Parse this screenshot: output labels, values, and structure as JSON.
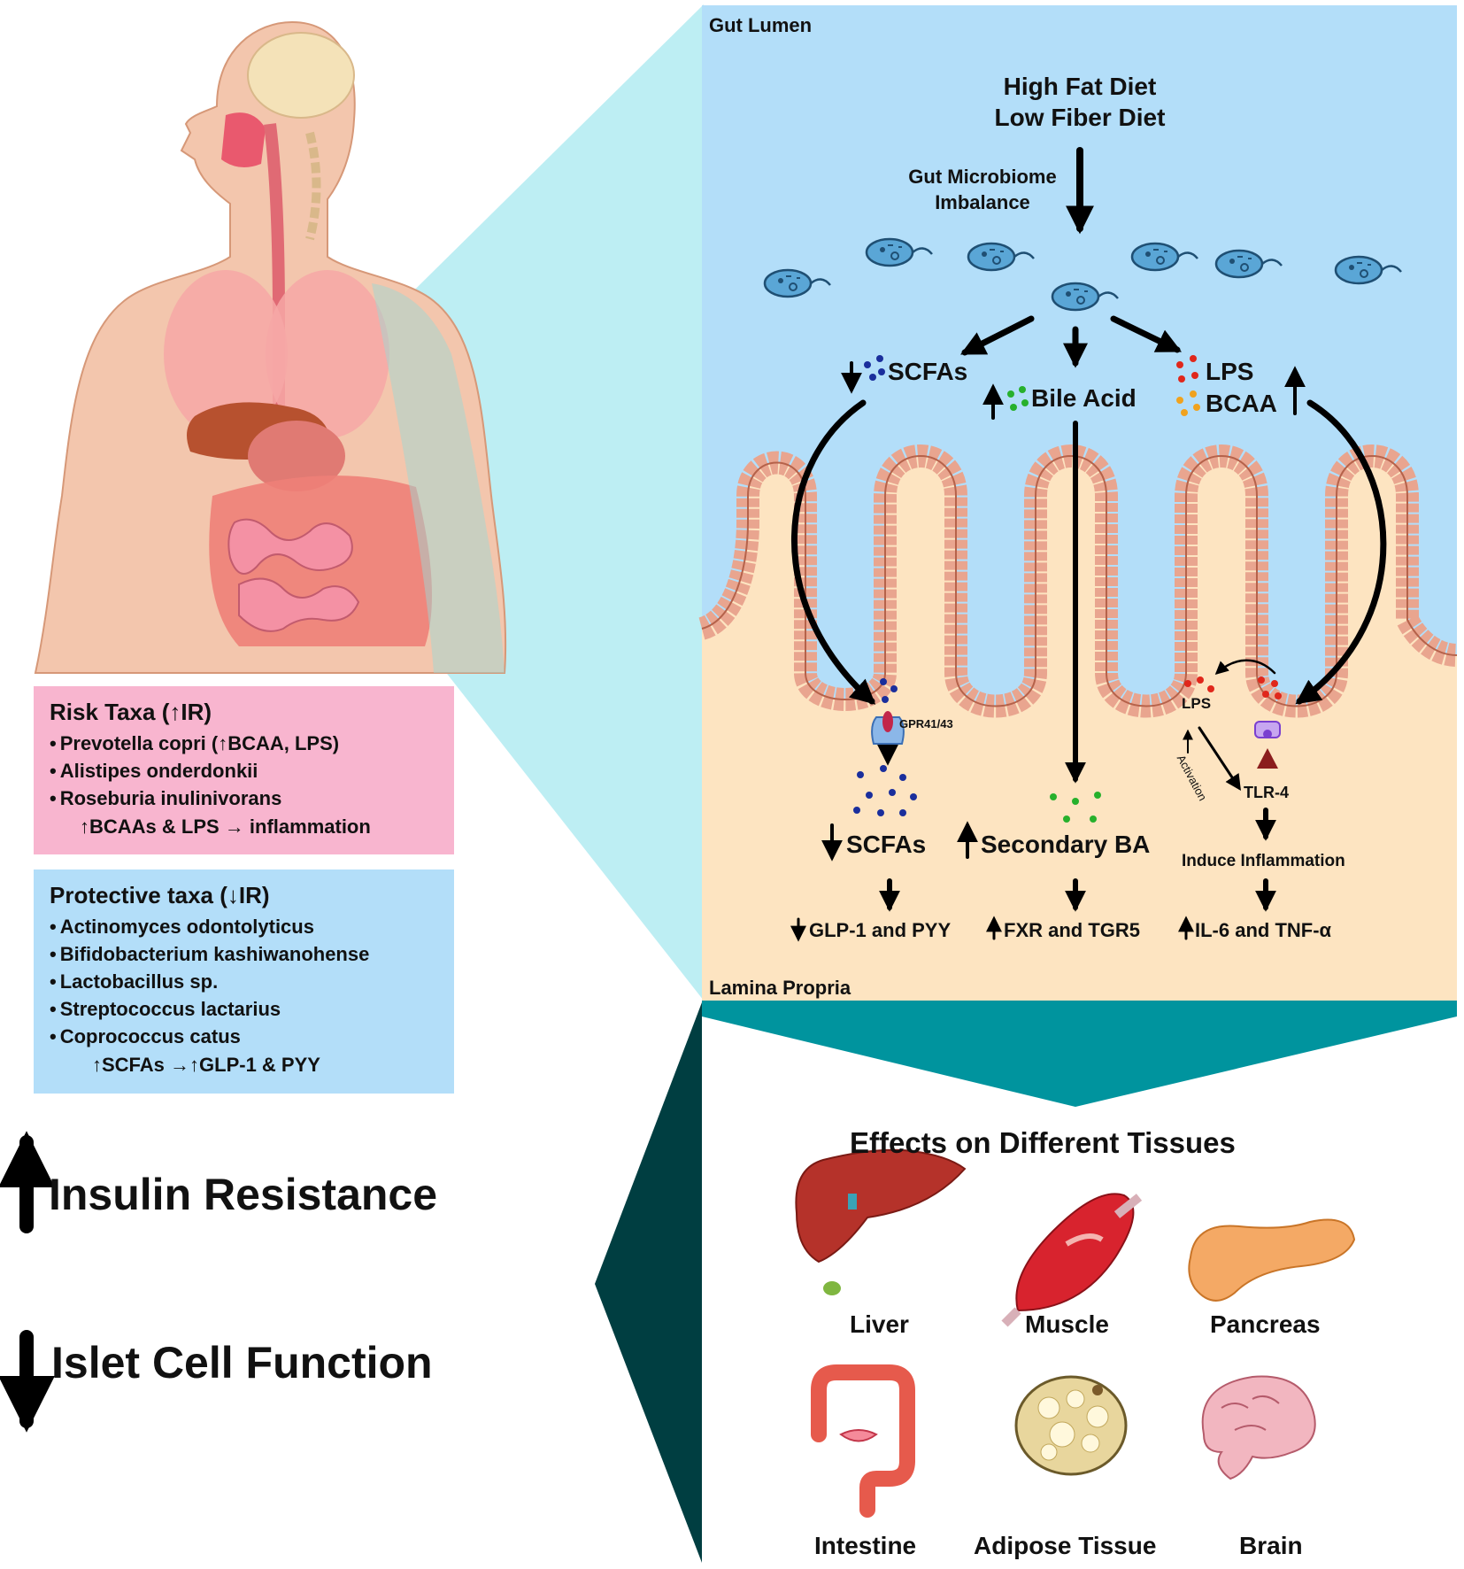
{
  "gut_lumen": "Gut Lumen",
  "diet_line1": "High Fat Diet",
  "diet_line2": "Low Fiber Diet",
  "imbalance_line1": "Gut Microbiome",
  "imbalance_line2": "Imbalance",
  "scfas_upper": "SCFAs",
  "bile_acid": "Bile Acid",
  "lps_upper": "LPS",
  "bcaa_upper": "BCAA",
  "receptor": "GPR41/43",
  "lps_small": "LPS",
  "activation": "Activation",
  "tlr4": "TLR-4",
  "scfas_lower": "SCFAs",
  "secondary_ba": "Secondary BA",
  "induce_inflammation": "Induce Inflammation",
  "glp1_pyy": "GLP-1 and PYY",
  "fxr_tgr5": "FXR and TGR5",
  "il6_tnf": "IL-6 and TNF-α",
  "lamina_propria": "Lamina Propria",
  "risk": {
    "title": "Risk Taxa (↑IR)",
    "items": [
      "Prevotella copri (↑BCAA, LPS)",
      "Alistipes onderdonkii",
      "Roseburia inulinivorans"
    ],
    "summary": "↑BCAAs & LPS → inflammation"
  },
  "protective": {
    "title": "Protective taxa (↓IR)",
    "items": [
      "Actinomyces odontolyticus",
      "Bifidobacterium kashiwanohense",
      "Lactobacillus sp.",
      "Streptococcus lactarius",
      "Coprococcus catus"
    ],
    "summary": "↑SCFAs →↑GLP-1 & PYY"
  },
  "outcome1": "Insulin Resistance",
  "outcome2": "Islet Cell Function",
  "effects_title": "Effects on Different Tissues",
  "tissues": [
    "Liver",
    "Muscle",
    "Pancreas",
    "Intestine",
    "Adipose Tissue",
    "Brain"
  ],
  "colors": {
    "lumen": "#b3def9",
    "propria": "#fde4c1",
    "villi": "#e9a58f",
    "risk_box": "#f8b5cf",
    "protective_box": "#b3def9",
    "teal": "#00949e",
    "dark_teal": "#003e41",
    "funnel": "#bdeef3"
  }
}
